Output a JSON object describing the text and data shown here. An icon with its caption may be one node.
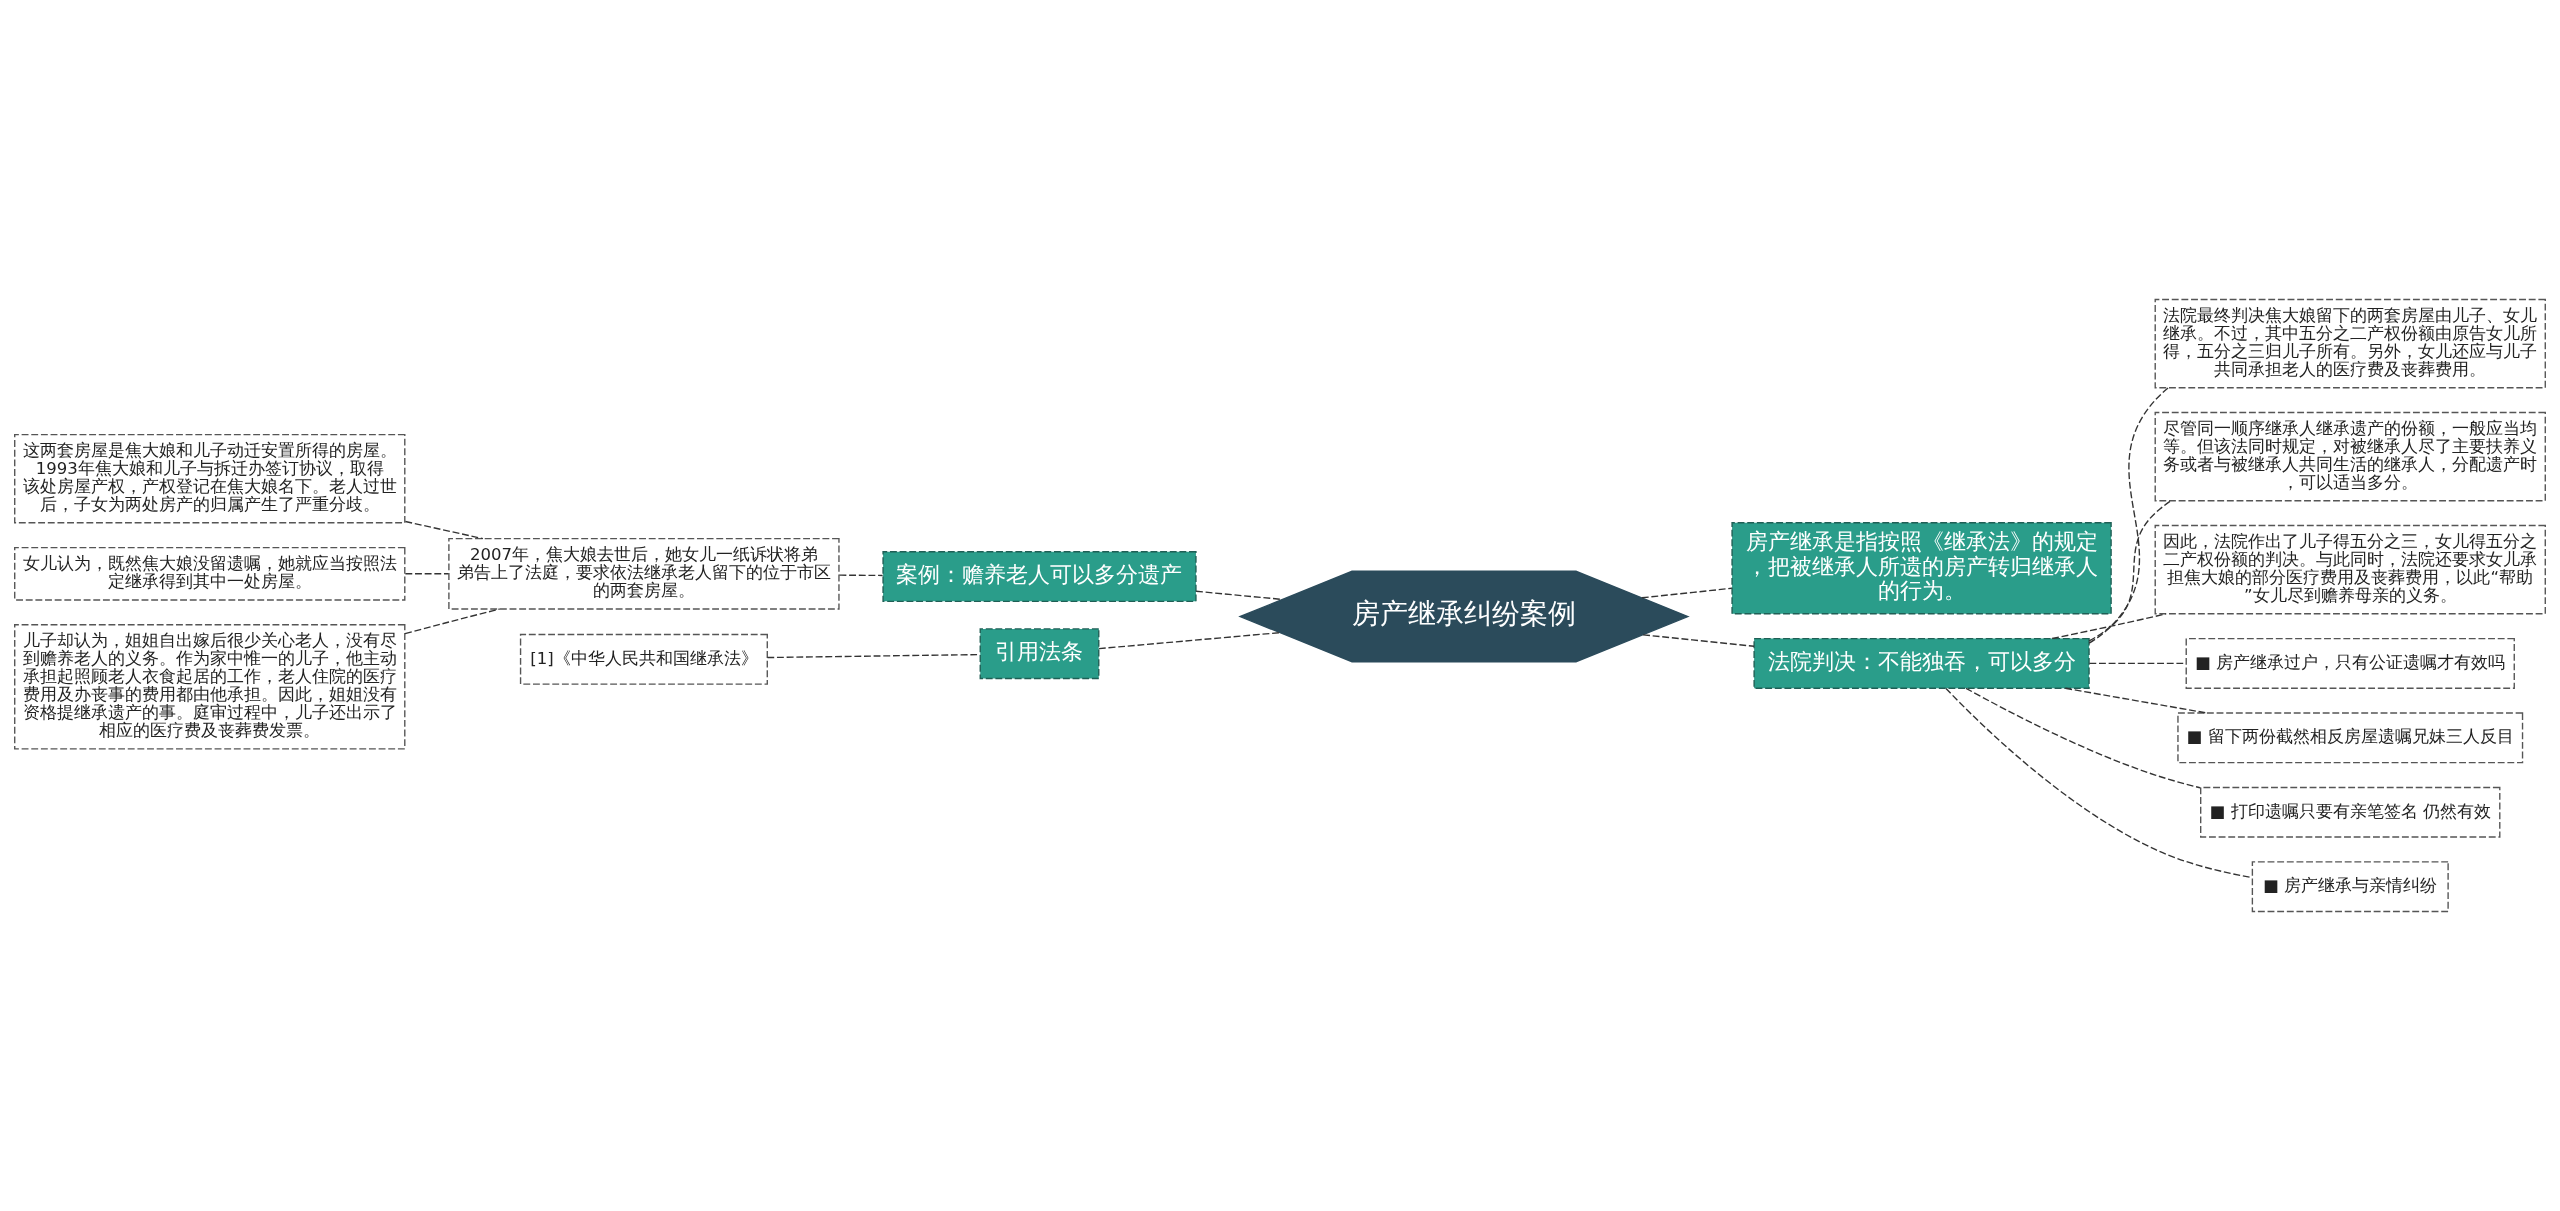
{
  "diagram": {
    "nodes": [
      {
        "text": [
          "房产继承纠纷案例"
        ]
      },
      {
        "text": [
          "案例：赡养老人可以多分遗产"
        ]
      },
      {
        "text": [
          "2007年，焦大娘去世后，她女儿一纸诉状将弟弟告上了法庭，要求依法继承老人留下的位于市区的两套房屋。"
        ]
      },
      {
        "text": [
          "这两套房屋是焦大娘和儿子动迁安置所得的房屋。1993年焦大娘和儿子与拆迁办签订协议，取得该处房屋产权，产权登记在焦大娘名下。老人过世后，子女为两处房产的归属产生了严重分歧。"
        ]
      },
      {
        "text": [
          "女儿认为，既然焦大娘没留遗嘱，她就应当按照法定继承得到其中一处房屋。"
        ]
      },
      {
        "text": [
          "儿子却认为，姐姐自出嫁后很少关心老人，没有尽到赡养老人的义务。作为家中惟一的儿子，他主动承担起照顾老人衣食起居的工作，老人住院的医疗费用及办丧事的费用都由他承担。因此，姐姐没有资格提继承遗产的事。庭审过程中，儿子还出示了相应的医疗费及丧葬费发票。"
        ]
      },
      {
        "text": [
          "引用法条"
        ]
      },
      {
        "text": [
          "[1]《中华人民共和国继承法》"
        ]
      },
      {
        "text": [
          "房产继承是指按照《继承法》的规定，把被继承人所遗的房产转归继承人的行为。"
        ]
      },
      {
        "text": [
          "法院判决：不能独吞，可以多分"
        ]
      },
      {
        "text": [
          "法院最终判决焦大娘留下的两套房屋由儿子、女儿继承。不过，其中五分之二产权份额由原告女儿所得，五分之三归儿子所有。另外，女儿还应与儿子共同承担老人的医疗费及丧葬费用。"
        ]
      },
      {
        "text": [
          "尽管同一顺序继承人继承遗产的份额，一般应当均等。但该法同时规定，对被继承人尽了主要扶养义务或者与被继承人共同生活的继承人，分配遗产时，可以适当多分。"
        ]
      },
      {
        "text": [
          "因此，法院作出了儿子得五分之三，女儿得五分之二产权份额的判决。与此同时，法院还要求女儿承担焦大娘的部分医疗费用及丧葬费用，以此“帮助”女儿尽到赡养母亲的义务。"
        ]
      },
      {
        "text": [
          "■ 房产继承过户，只有公证遗嘱才有效吗"
        ]
      },
      {
        "text": [
          "■ 留下两份截然相反房屋遗嘱兄妹三人反目"
        ]
      },
      {
        "text": [
          "■ 打印遗嘱只要有亲笔签名 仍然有效"
        ]
      },
      {
        "text": [
          "■ 房产继承与亲情纠纷"
        ]
      }
    ],
    "edges": [
      {
        "from": 0,
        "to": 1,
        "arrow": "none",
        "style": "dashed"
      },
      {
        "from": 1,
        "to": 2,
        "arrow": "none",
        "style": "dashed"
      },
      {
        "from": 2,
        "to": 3,
        "arrow": "none",
        "style": "dashed"
      },
      {
        "from": 2,
        "to": 4,
        "arrow": "none",
        "style": "dashed"
      },
      {
        "from": 2,
        "to": 5,
        "arrow": "none",
        "style": "dashed"
      },
      {
        "from": 0,
        "to": 6,
        "arrow": "none",
        "style": "dashed"
      },
      {
        "from": 6,
        "to": 7,
        "arrow": "none",
        "style": "dashed"
      },
      {
        "from": 0,
        "to": 8,
        "arrow": "none",
        "style": "dashed"
      },
      {
        "from": 0,
        "to": 9,
        "arrow": "none",
        "style": "dashed"
      },
      {
        "from": 9,
        "to": 10,
        "arrow": "none",
        "style": "dashed"
      },
      {
        "from": 9,
        "to": 11,
        "arrow": "none",
        "style": "dashed"
      },
      {
        "from": 9,
        "to": 12,
        "arrow": "none",
        "style": "dashed"
      },
      {
        "from": 9,
        "to": 13,
        "arrow": "none",
        "style": "dashed"
      },
      {
        "from": 9,
        "to": 14,
        "arrow": "none",
        "style": "dashed"
      },
      {
        "from": 9,
        "to": 15,
        "arrow": "none",
        "style": "dashed"
      },
      {
        "from": 9,
        "to": 16,
        "arrow": "none",
        "style": "dashed"
      }
    ]
  }
}
